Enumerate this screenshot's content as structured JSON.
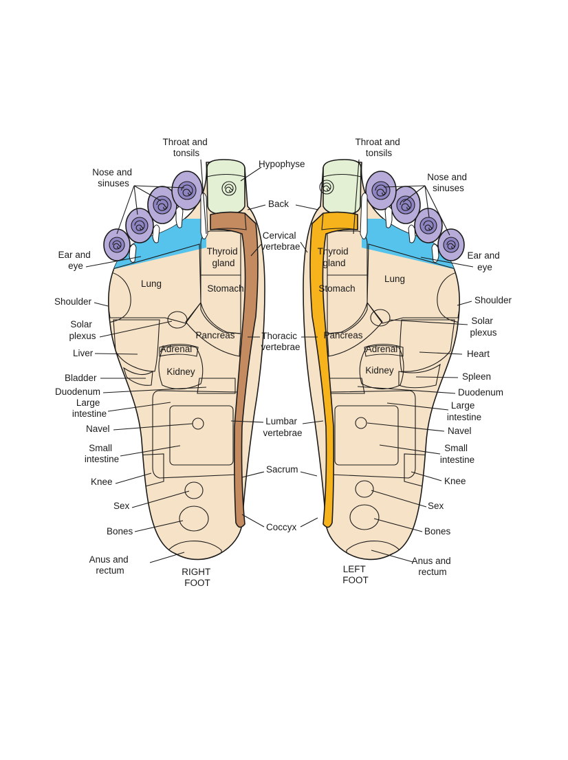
{
  "colors": {
    "skin": "#f6e2c6",
    "toe_tip": "#b7acd9",
    "toe_spiral_bg": "#9a8cc9",
    "sinus_band": "#55c3ec",
    "lung": "#a8c6c4",
    "shoulder": "#58b9b0",
    "solar": "#9c92c7",
    "thyroid": "#f2b3d0",
    "stomach": "#fbf1aa",
    "pancreas": "#f7b26b",
    "liver": "#e59697",
    "heart": "#e59697",
    "adrenal": "#3fb0a2",
    "kidney_right": "#f6a518",
    "kidney_left": "#c48a60",
    "duodenum": "#f4bcd6",
    "large_intestine": "#e7ac92",
    "small_intestine": "#b5dfc0",
    "navel": "#fbf6b7",
    "knee": "#55c3ec",
    "sex": "#ee9c9f",
    "bones_right": "#c48a60",
    "bones_left": "#f6b31c",
    "anus": "#58b9b0",
    "spine_right": "#c48a60",
    "spine_left": "#f6b31c",
    "hypophyse": "#e4f0d4",
    "outline": "#1a1a1a"
  },
  "labels": {
    "throat_r": [
      "Throat and",
      "tonsils"
    ],
    "throat_l": [
      "Throat and",
      "tonsils"
    ],
    "nose_r": [
      "Nose and",
      "sinuses"
    ],
    "nose_l": [
      "Nose and",
      "sinuses"
    ],
    "ear_r": [
      "Ear and",
      "eye"
    ],
    "ear_l": [
      "Ear and",
      "eye"
    ],
    "shoulder_r": "Shoulder",
    "shoulder_l": "Shoulder",
    "solar_r": [
      "Solar",
      "plexus"
    ],
    "solar_l": [
      "Solar",
      "plexus"
    ],
    "liver": "Liver",
    "heart": "Heart",
    "bladder": "Bladder",
    "spleen": "Spleen",
    "duodenum_r": "Duodenum",
    "duodenum_l": "Duodenum",
    "large_r": [
      "Large",
      "intestine"
    ],
    "large_l": [
      "Large",
      "intestine"
    ],
    "navel_r": "Navel",
    "navel_l": "Navel",
    "small_r": [
      "Small",
      "intestine"
    ],
    "small_l": [
      "Small",
      "intestine"
    ],
    "knee_r": "Knee",
    "knee_l": "Knee",
    "sex_r": "Sex",
    "sex_l": "Sex",
    "bones_r": "Bones",
    "bones_l": "Bones",
    "anus_r": [
      "Anus and",
      "rectum"
    ],
    "anus_l": [
      "Anus and",
      "rectum"
    ],
    "hypophyse": "Hypophyse",
    "back": "Back",
    "cervical": [
      "Cervical",
      "vertebrae"
    ],
    "thoracic": [
      "Thoracic",
      "vertebrae"
    ],
    "lumbar": [
      "Lumbar",
      "vertebrae"
    ],
    "sacrum": "Sacrum",
    "coccyx": "Coccyx",
    "thyroid_r": [
      "Thyroid",
      "gland"
    ],
    "thyroid_l": [
      "Thyroid",
      "gland"
    ],
    "stomach_r": "Stomach",
    "stomach_l": "Stomach",
    "lung_r": "Lung",
    "lung_l": "Lung",
    "pancreas_r": "Pancreas",
    "pancreas_l": "Pancreas",
    "adrenal_r": "Adrenal",
    "adrenal_l": "Adrenal",
    "kidney_r": "Kidney",
    "kidney_l": "Kidney",
    "right_foot": [
      "RIGHT",
      "FOOT"
    ],
    "left_foot": [
      "LEFT",
      "FOOT"
    ]
  }
}
